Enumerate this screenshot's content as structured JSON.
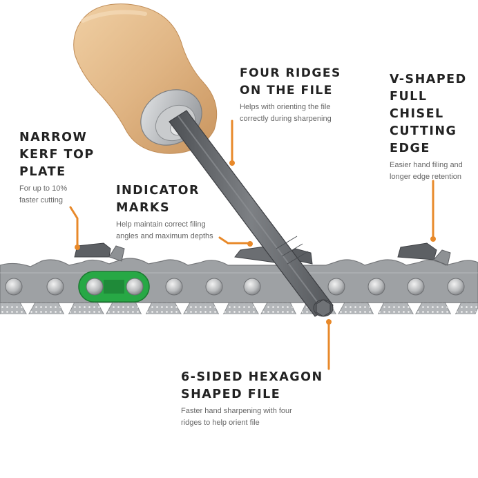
{
  "colors": {
    "accent": "#e8892a",
    "green_link": "#27a845",
    "chain_metal": "#a7aaad",
    "file_steel": "#6a6d71",
    "handle_wood": "#e0b888"
  },
  "callouts": {
    "four_ridges": {
      "title_lines": [
        "FOUR RIDGES",
        "ON THE FILE"
      ],
      "desc_lines": [
        "Helps with orienting the file",
        "correctly during sharpening"
      ]
    },
    "v_shaped": {
      "title_lines": [
        "V-SHAPED",
        "FULL",
        "CHISEL",
        "CUTTING",
        "EDGE"
      ],
      "desc_lines": [
        "Easier hand filing and",
        "longer edge retention"
      ]
    },
    "narrow_kerf": {
      "title_lines": [
        "NARROW",
        "KERF TOP",
        "PLATE"
      ],
      "desc_lines": [
        "For up to 10%",
        "faster cutting"
      ]
    },
    "indicator": {
      "title_lines": [
        "INDICATOR",
        "MARKS"
      ],
      "desc_lines": [
        "Help maintain correct filing",
        "angles and maximum depths"
      ]
    },
    "hexagon": {
      "title_lines": [
        "6-SIDED HEXAGON",
        "SHAPED FILE"
      ],
      "desc_lines": [
        "Faster hand sharpening with four",
        "ridges to help orient file"
      ]
    }
  }
}
